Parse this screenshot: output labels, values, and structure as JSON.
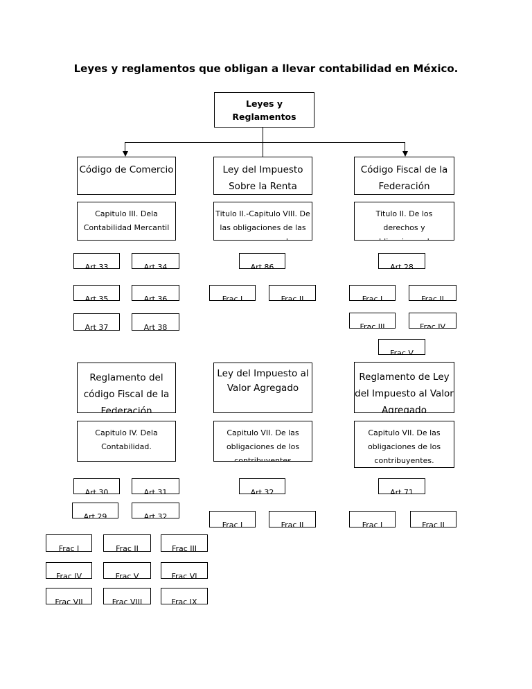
{
  "title": "Leyes y reglamentos que obligan a llevar contabilidad en México.",
  "root": "Leyes y Reglamentos",
  "codigo_comercio": {
    "name": "Código de Comercio",
    "chapter": "Capitulo III. Dela Contabilidad Mercantil",
    "arts": [
      "Art 33",
      "Art 34",
      "Art 35",
      "Art 36",
      "Art 37",
      "Art 38"
    ]
  },
  "isr": {
    "name": "Ley del Impuesto Sobre la Renta",
    "chapter": "Titulo II.-Capitulo VIII. De las obligaciones de las personas morales",
    "art": "Art 86",
    "fracs": [
      "Frac I",
      "Frac II"
    ]
  },
  "cff": {
    "name": "Código Fiscal de la Federación",
    "chapter": "Titulo II. De los derechos y obligaciones de los",
    "art": "Art 28",
    "fracs": [
      "Frac I",
      "Frac II",
      "Frac III",
      "Frac IV",
      "Frac V"
    ]
  },
  "rcff": {
    "name": "Reglamento del código Fiscal de la Federación",
    "chapter": "Capitulo IV. Dela Contabilidad.",
    "arts": [
      "Art 30",
      "Art 31",
      "Art 29",
      "Art 32"
    ],
    "fracs": [
      "Frac I",
      "Frac II",
      "Frac III",
      "Frac IV",
      "Frac V",
      "Frac VI",
      "Frac VII",
      "Frac VIII",
      "Frac IX"
    ]
  },
  "iva": {
    "name": "Ley del Impuesto al Valor Agregado",
    "chapter": "Capitulo VII. De las obligaciones de los contribuyentes",
    "art": "Art 32",
    "fracs": [
      "Frac I",
      "Frac II"
    ]
  },
  "riva": {
    "name": "Reglamento de Ley del Impuesto al Valor Agregado",
    "chapter": "Capitulo VII. De las obligaciones de los contribuyentes.",
    "art": "Art 71",
    "fracs": [
      "Frac I",
      "Frac II"
    ]
  }
}
